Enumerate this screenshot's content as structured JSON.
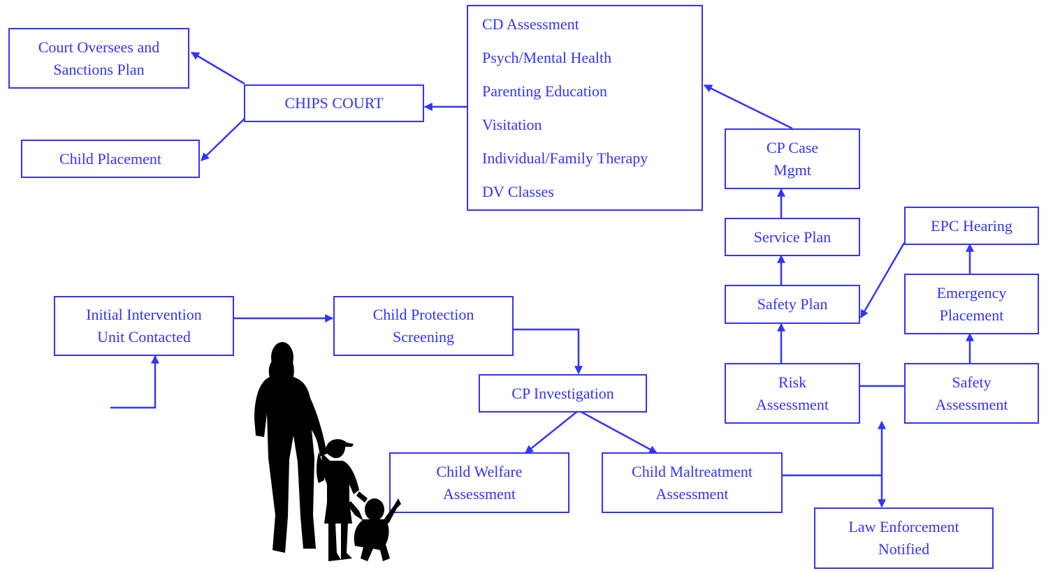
{
  "colors": {
    "stroke": "#3333ff",
    "text": "#3333ff",
    "silhouette": "#000000"
  },
  "nodes": {
    "court_oversees": [
      "Court Oversees and",
      "Sanctions Plan"
    ],
    "chips_court": [
      "CHIPS COURT"
    ],
    "child_placement": [
      "Child Placement"
    ],
    "services": [
      "CD Assessment",
      "Psych/Mental Health",
      "Parenting Education",
      "Visitation",
      "Individual/Family Therapy",
      "DV Classes"
    ],
    "cp_case_mgmt": [
      "CP Case",
      "Mgmt"
    ],
    "service_plan": [
      "Service Plan"
    ],
    "epc_hearing": [
      "EPC Hearing"
    ],
    "safety_plan": [
      "Safety Plan"
    ],
    "emergency_placement": [
      "Emergency",
      "Placement"
    ],
    "risk_assessment": [
      "Risk",
      "Assessment"
    ],
    "safety_assessment": [
      "Safety",
      "Assessment"
    ],
    "initial_intervention": [
      "Initial Intervention",
      "Unit Contacted"
    ],
    "child_protection_screening": [
      "Child Protection",
      "Screening"
    ],
    "cp_investigation": [
      "CP Investigation"
    ],
    "child_welfare": [
      "Child Welfare",
      "Assessment"
    ],
    "child_maltreatment": [
      "Child Maltreatment",
      "Assessment"
    ],
    "law_enforcement": [
      "Law Enforcement",
      "Notified"
    ]
  },
  "illustration": {
    "name": "family-silhouette-icon"
  }
}
